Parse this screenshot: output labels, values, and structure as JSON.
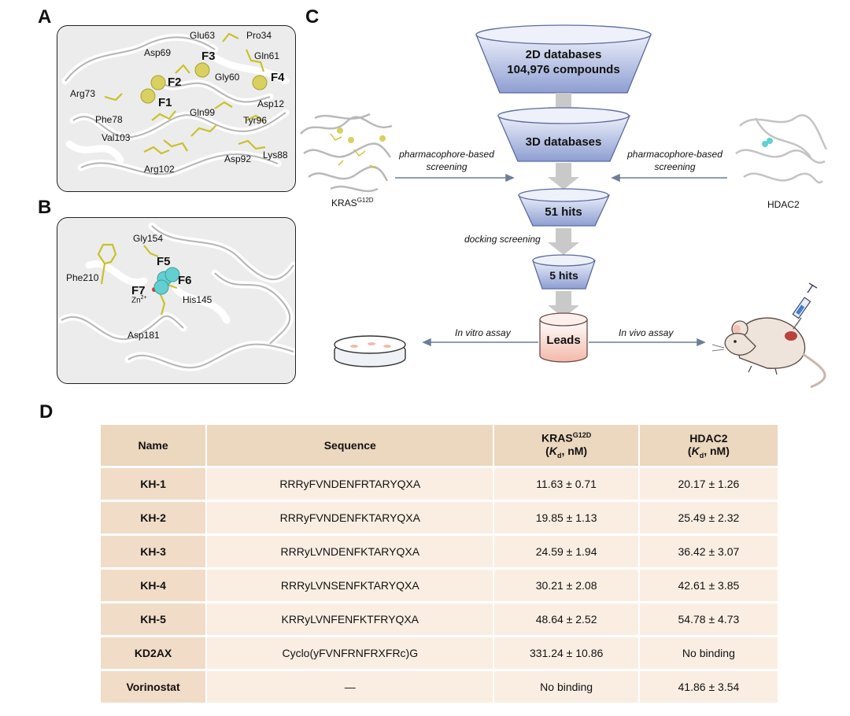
{
  "panels": {
    "a": "A",
    "b": "B",
    "c": "C",
    "d": "D"
  },
  "panel_a": {
    "residues": [
      "Glu63",
      "Pro34",
      "Asp69",
      "Gln61",
      "Gly60",
      "Arg73",
      "Asp12",
      "Phe78",
      "Gln99",
      "Tyr96",
      "Val103",
      "Lys88",
      "Arg102",
      "Asp92"
    ],
    "features": [
      "F1",
      "F2",
      "F3",
      "F4"
    ]
  },
  "panel_b": {
    "residues": [
      "Gly154",
      "Phe210",
      "His145",
      "Asp181"
    ],
    "ion_base": "Zn",
    "ion_charge": "2+",
    "features": [
      "F5",
      "F6",
      "F7"
    ]
  },
  "panel_c": {
    "funnel_2d_line1": "2D databases",
    "funnel_2d_line2": "104,976 compounds",
    "funnel_3d": "3D databases",
    "funnel_51": "51 hits",
    "funnel_5": "5 hits",
    "leads": "Leads",
    "left_screen_line1": "pharmacophore-based",
    "left_screen_line2": "screening",
    "right_screen_line1": "pharmacophore-based",
    "right_screen_line2": "screening",
    "docking": "docking screening",
    "in_vitro": "In vitro assay",
    "in_vivo": "In vivo assay",
    "kras_base": "KRAS",
    "kras_sup": "G12D",
    "hdac": "HDAC2"
  },
  "table": {
    "headers": {
      "name": "Name",
      "sequence": "Sequence",
      "kras_base": "KRAS",
      "kras_sup": "G12D",
      "hdac": "HDAC2",
      "kd_open": "(",
      "kd_K": "K",
      "kd_sub": "d",
      "kd_unit": ", nM)"
    },
    "rows": [
      {
        "name": "KH-1",
        "sequence": "RRRyFVNDENFRTARYQXA",
        "kras": "11.63 ± 0.71",
        "hdac": "20.17 ± 1.26"
      },
      {
        "name": "KH-2",
        "sequence": "RRRyFVNDENFKTARYQXA",
        "kras": "19.85 ± 1.13",
        "hdac": "25.49 ± 2.32"
      },
      {
        "name": "KH-3",
        "sequence": "RRRyLVNDENFKTARYQXA",
        "kras": "24.59 ± 1.94",
        "hdac": "36.42 ± 3.07"
      },
      {
        "name": "KH-4",
        "sequence": "RRRyLVNSENFKTARYQXA",
        "kras": "30.21 ± 2.08",
        "hdac": "42.61 ± 3.85"
      },
      {
        "name": "KH-5",
        "sequence": "KRRyLVNFENFKTFRYQXA",
        "kras": "48.64 ± 2.52",
        "hdac": "54.78 ± 4.73"
      },
      {
        "name": "KD2AX",
        "sequence": "Cyclo(yFVNFRNFRXFRc)G",
        "kras": "331.24 ± 10.86",
        "hdac": "No binding"
      },
      {
        "name": "Vorinostat",
        "sequence": "—",
        "kras": "No binding",
        "hdac": "41.86 ± 3.54"
      }
    ]
  },
  "colors": {
    "ribbon": "#c8c8c8",
    "stick": "#c9c12a",
    "sphere_yellow": "#d8d060",
    "sphere_cyan": "#63cfd0",
    "funnel": "#a9b6de",
    "header_bg": "#ecd7bf",
    "name_bg": "#f1dcc8",
    "cell_bg": "#faeee3",
    "arrow": "#6d7f96"
  }
}
